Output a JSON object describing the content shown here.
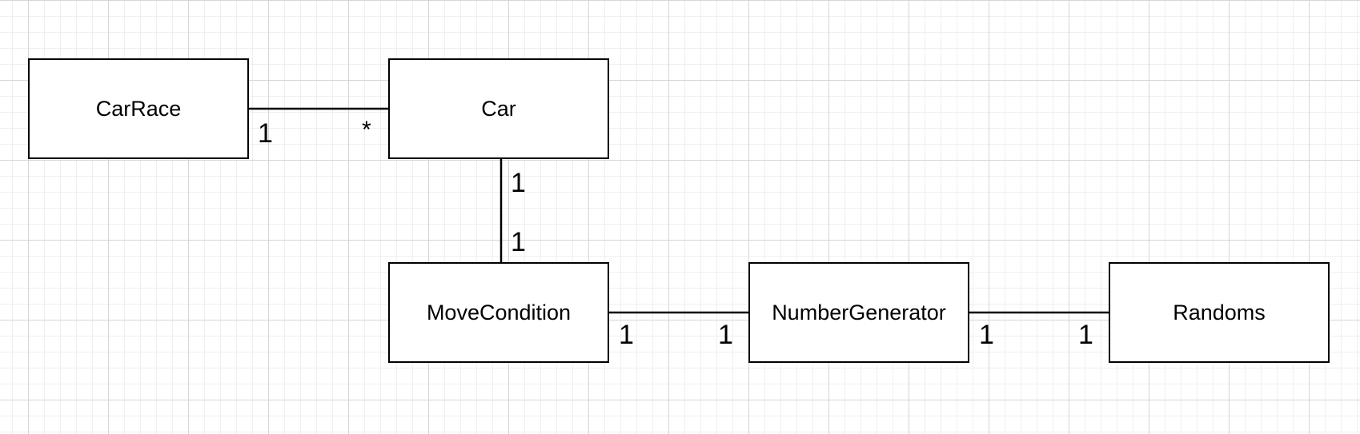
{
  "diagram": {
    "nodes": {
      "car_race": "CarRace",
      "car": "Car",
      "move_condition": "MoveCondition",
      "number_generator": "NumberGenerator",
      "randoms": "Randoms"
    },
    "multiplicities": {
      "car_race_car_source": "1",
      "car_race_car_target": "*",
      "car_move_condition_source": "1",
      "car_move_condition_target": "1",
      "move_condition_number_generator_source": "1",
      "move_condition_number_generator_target": "1",
      "number_generator_randoms_source": "1",
      "number_generator_randoms_target": "1"
    },
    "colors": {
      "stroke": "#000000",
      "node_fill": "#ffffff",
      "grid_major": "#d6d6d6",
      "grid_minor": "#efefef"
    }
  }
}
